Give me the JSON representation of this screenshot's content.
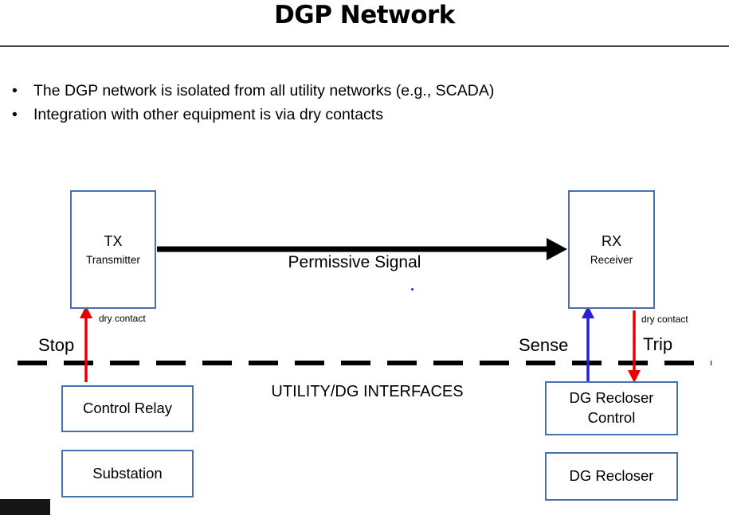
{
  "slide": {
    "title": "DGP Network",
    "bullets": [
      "The DGP network is isolated from all utility networks (e.g., SCADA)",
      "Integration with other equipment is via dry contacts"
    ]
  },
  "diagram": {
    "tx": {
      "abbr": "TX",
      "label": "Transmitter"
    },
    "rx": {
      "abbr": "RX",
      "label": "Receiver"
    },
    "permissive_signal": "Permissive Signal",
    "stop": "Stop",
    "sense": "Sense",
    "trip": "Trip",
    "dry_contact": "dry contact",
    "interfaces": "UTILITY/DG INTERFACES",
    "control_relay": "Control Relay",
    "substation": "Substation",
    "dg_recloser_control": "DG Recloser Control",
    "dg_recloser": "DG Recloser"
  },
  "colors": {
    "box_border": "#4a6fae",
    "red_arrow": "#e60000",
    "blue_arrow": "#2a1fd4",
    "arrow_black": "#000000"
  }
}
